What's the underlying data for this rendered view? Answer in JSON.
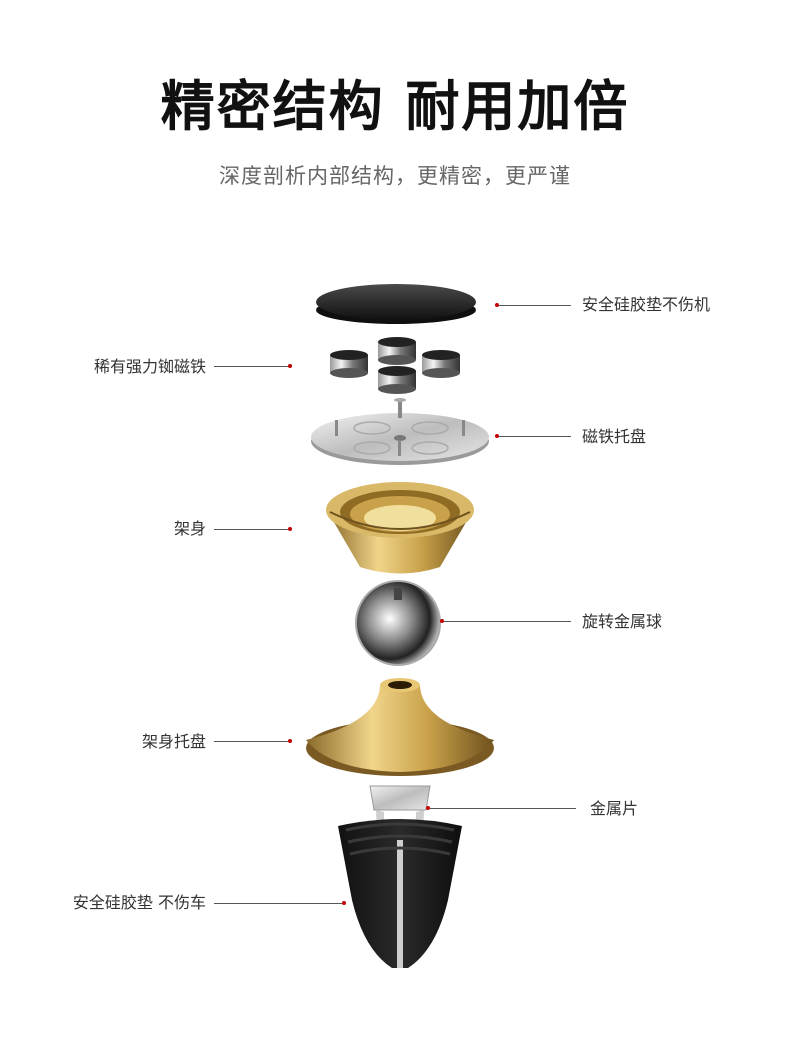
{
  "heading": {
    "title": "精密结构 耐用加倍",
    "subtitle": "深度剖析内部结构，更精密，更严谨"
  },
  "parts": [
    {
      "label": "安全硅胶垫不伤机"
    },
    {
      "label": "稀有强力铷磁铁"
    },
    {
      "label": "磁铁托盘"
    },
    {
      "label": "架身"
    },
    {
      "label": "旋转金属球"
    },
    {
      "label": "架身托盘"
    },
    {
      "label": "金属片"
    },
    {
      "label": "安全硅胶垫 不伤车"
    }
  ],
  "colors": {
    "pointer_dot": "#c40000",
    "gold": "#c9a14a",
    "silver": "#cfcfcf",
    "black_pad": "#222222"
  },
  "icons": [
    "black-pad-icon",
    "magnets-icon",
    "magnet-tray-icon",
    "gold-cup-icon",
    "metal-ball-icon",
    "gold-base-icon",
    "metal-clip-icon",
    "vent-clip-icon"
  ]
}
